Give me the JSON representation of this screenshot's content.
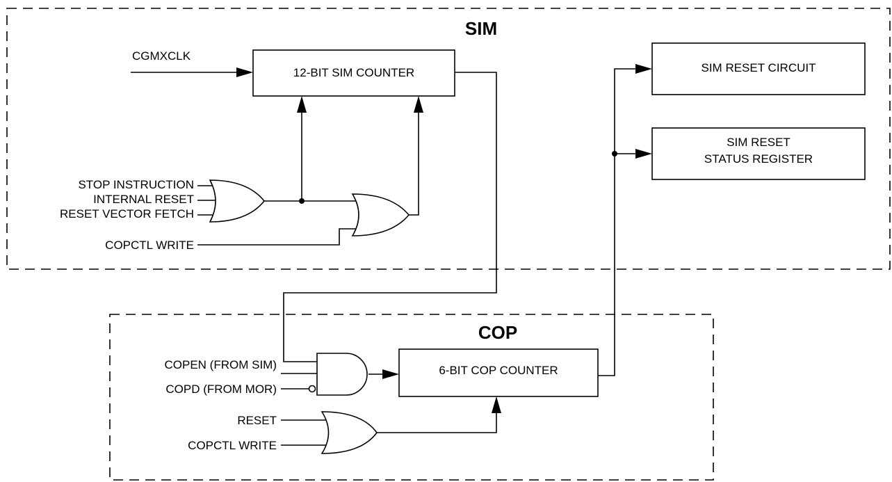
{
  "sim_region": {
    "title": "SIM"
  },
  "cop_region": {
    "title": "COP"
  },
  "blocks": {
    "sim_counter": "12-BIT SIM COUNTER",
    "sim_reset_circuit": "SIM RESET CIRCUIT",
    "sim_reset_status_line1": "SIM RESET",
    "sim_reset_status_line2": "STATUS REGISTER",
    "cop_counter": "6-BIT COP COUNTER"
  },
  "signals": {
    "cgmxclk": "CGMXCLK",
    "stop_instruction": "STOP INSTRUCTION",
    "internal_reset": "INTERNAL RESET",
    "reset_vector_fetch": "RESET VECTOR FETCH",
    "copctl_write_sim": "COPCTL WRITE",
    "copen": "COPEN (FROM SIM)",
    "copd": "COPD (FROM MOR)",
    "reset": "RESET",
    "copctl_write_cop": "COPCTL WRITE"
  }
}
